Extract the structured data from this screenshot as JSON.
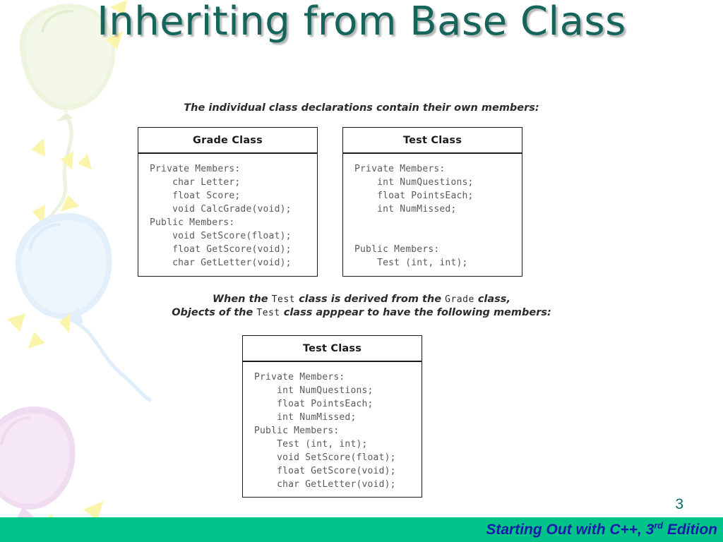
{
  "slide": {
    "title": "Inheriting from Base Class",
    "page_number": "3",
    "title_color": "#15655c",
    "accent_bar_color": "#00c389",
    "footer_text_color": "#1a1aa8"
  },
  "footer": {
    "book_title_prefix": "Starting Out with C++, 3",
    "ordinal_suffix": "rd",
    "book_title_suffix": " Edition"
  },
  "diagram": {
    "caption_top": "The individual class declarations contain their own members:",
    "caption_middle": {
      "line1_part1": "When the ",
      "line1_mono1": "Test",
      "line1_part2": " class is derived from the ",
      "line1_mono2": "Grade",
      "line1_part3": " class,",
      "line2_part1": "Objects of the ",
      "line2_mono1": "Test",
      "line2_part2": " class apppear to have the following members:"
    },
    "boxes": [
      {
        "id": "grade-class",
        "header": "Grade Class",
        "body": "Private Members:\n    char Letter;\n    float Score;\n    void CalcGrade(void);\nPublic Members:\n    void SetScore(float);\n    float GetScore(void);\n    char GetLetter(void);"
      },
      {
        "id": "test-class",
        "header": "Test Class",
        "body": "Private Members:\n    int NumQuestions;\n    float PointsEach;\n    int NumMissed;\n\n\nPublic Members:\n    Test (int, int);"
      },
      {
        "id": "derived-test-class",
        "header": "Test Class",
        "body": "Private Members:\n    int NumQuestions;\n    float PointsEach;\n    int NumMissed;\nPublic Members:\n    Test (int, int);\n    void SetScore(float);\n    float GetScore(void);\n    char GetLetter(void);"
      }
    ]
  },
  "decor": {
    "balloon_green_color": "#eaf3d8",
    "balloon_blue_color": "#ddeefc",
    "balloon_pink_color": "#f2dff2",
    "sparkle_color": "#fbf3a8"
  }
}
